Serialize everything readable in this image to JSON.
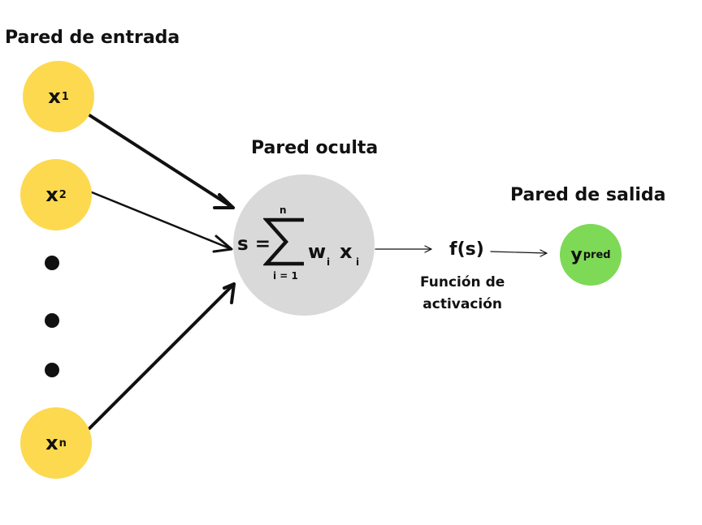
{
  "labels": {
    "input_layer": "Pared de entrada",
    "hidden_layer": "Pared oculta",
    "output_layer": "Pared de salida",
    "activation_line1": "Función de",
    "activation_line2": "activación"
  },
  "inputs": [
    {
      "var": "x",
      "sub": "1"
    },
    {
      "var": "x",
      "sub": "2"
    },
    {
      "var": "x",
      "sub": "n"
    }
  ],
  "formula": {
    "lhs": "s =",
    "sum_top": "n",
    "sum_bottom": "i = 1",
    "w": "w",
    "w_sub": "i",
    "x": "x",
    "x_sub": "i"
  },
  "activation": "f(s)",
  "output": {
    "var": "y",
    "sub": "pred"
  },
  "colors": {
    "input_node": "#fcd94f",
    "hidden_node": "#d9d9d9",
    "output_node": "#7ed957",
    "ink": "#111111"
  }
}
